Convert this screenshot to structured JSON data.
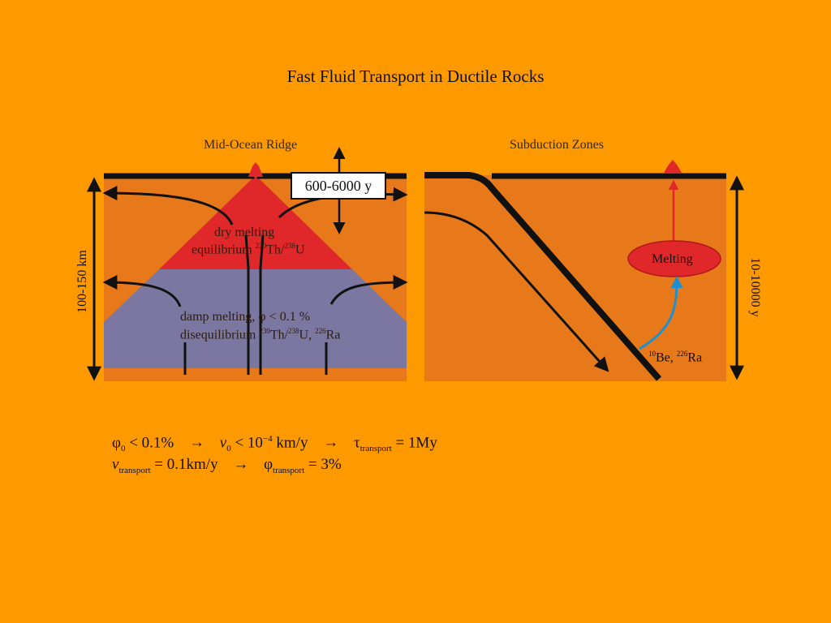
{
  "slide": {
    "title": "Fast Fluid Transport in Ductile Rocks"
  },
  "ridge": {
    "heading": "Mid-Ocean Ridge",
    "time_box": "600-6000 y",
    "depth_label": "100-150 km",
    "dry_line1": "dry melting",
    "dry_line2_prefix": "equilibrium ",
    "dry_iso1_mass": "230",
    "dry_iso1_el": "Th/",
    "dry_iso2_mass": "238",
    "dry_iso2_el": "U",
    "damp_line1": "damp melting, φ < 0.1 %",
    "damp_line2_prefix": "disequilibrium ",
    "damp_iso1_mass": "230",
    "damp_iso1_el": "Th/",
    "damp_iso2_mass": "238",
    "damp_iso2_el": "U, ",
    "damp_iso3_mass": "226",
    "damp_iso3_el": "Ra"
  },
  "subduction": {
    "heading": "Subduction Zones",
    "melting_label": "Melting",
    "time_label": "10-10000 y",
    "iso1_mass": "10",
    "iso1_el": "Be, ",
    "iso2_mass": "226",
    "iso2_el": "Ra"
  },
  "formulas": {
    "line1": {
      "phi": "φ",
      "phi_sub": "0",
      "cond1": " < 0.1%",
      "arrow1": "→",
      "v": "v",
      "v_sub": "0",
      "cond2": " < 10",
      "exp": "−4",
      "unit2": " km/y",
      "arrow2": "→",
      "tau": "τ",
      "tau_sub": "transport",
      "res": " = 1My"
    },
    "line2": {
      "v": "v",
      "v_sub": "transport",
      "val": " = 0.1km/y",
      "arrow": "→",
      "phi": "φ",
      "phi_sub": "transport",
      "res": " = 3%"
    }
  },
  "colors": {
    "background": "#FF9900",
    "mantle": "#E8791A",
    "dry_zone": "#E0282A",
    "damp_zone": "#7B77A0",
    "melting_ellipse": "#E0282A",
    "fluid_arrow": "#1E90D0",
    "magma_arrow": "#E0282A"
  }
}
